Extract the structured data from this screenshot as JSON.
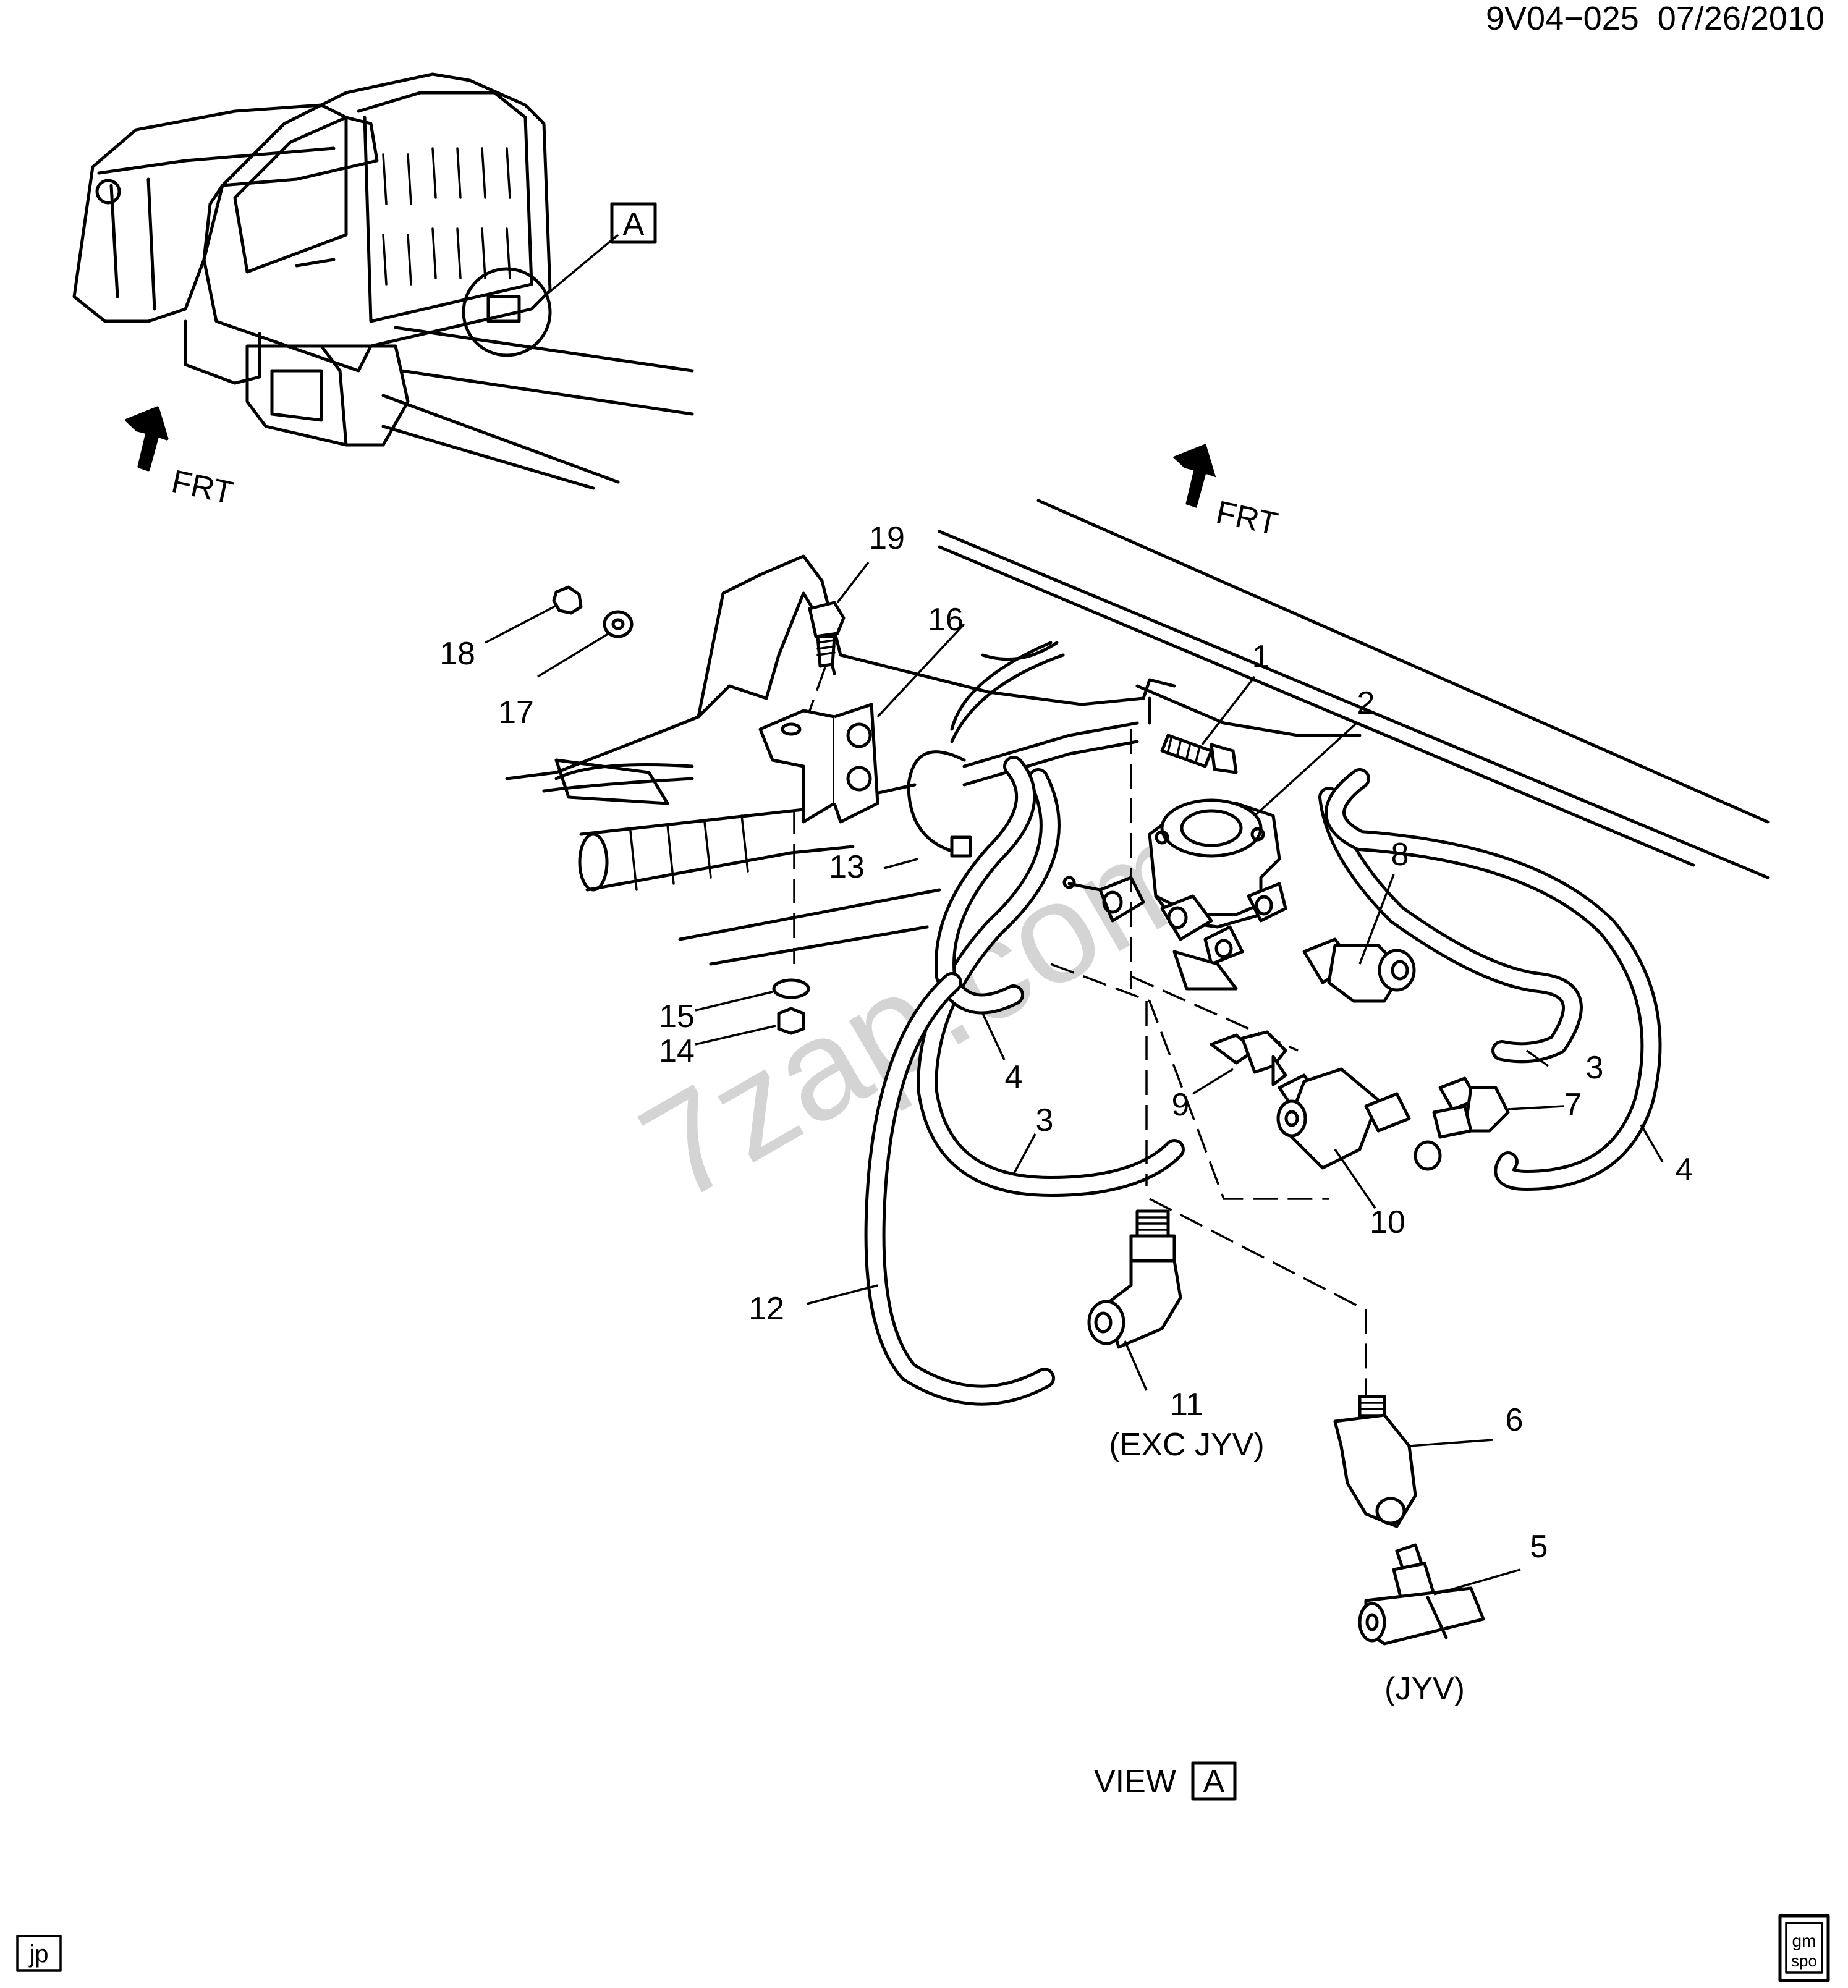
{
  "header": {
    "code": "9V04−025",
    "date": "07/26/2010"
  },
  "view_marker": "A",
  "front_label": "FRT",
  "view_caption": {
    "prefix": "VIEW",
    "marker": "A"
  },
  "watermark": "7zap.com",
  "corner_left": "jp",
  "corner_right_logo": {
    "top": "gm",
    "bottom": "spo"
  },
  "callouts": {
    "c1": "1",
    "c2": "2",
    "c3a": "3",
    "c3b": "3",
    "c4a": "4",
    "c4b": "4",
    "c5": "5",
    "c6": "6",
    "c7": "7",
    "c8": "8",
    "c9": "9",
    "c10": "10",
    "c11": "11",
    "c12": "12",
    "c13": "13",
    "c14": "14",
    "c15": "15",
    "c16": "16",
    "c17": "17",
    "c18": "18",
    "c19": "19"
  },
  "notes": {
    "exc_jyv": "(EXC JYV)",
    "jyv": "(JYV)"
  },
  "colors": {
    "line": "#000000",
    "background": "#ffffff",
    "watermark": "#d4d4d4"
  }
}
